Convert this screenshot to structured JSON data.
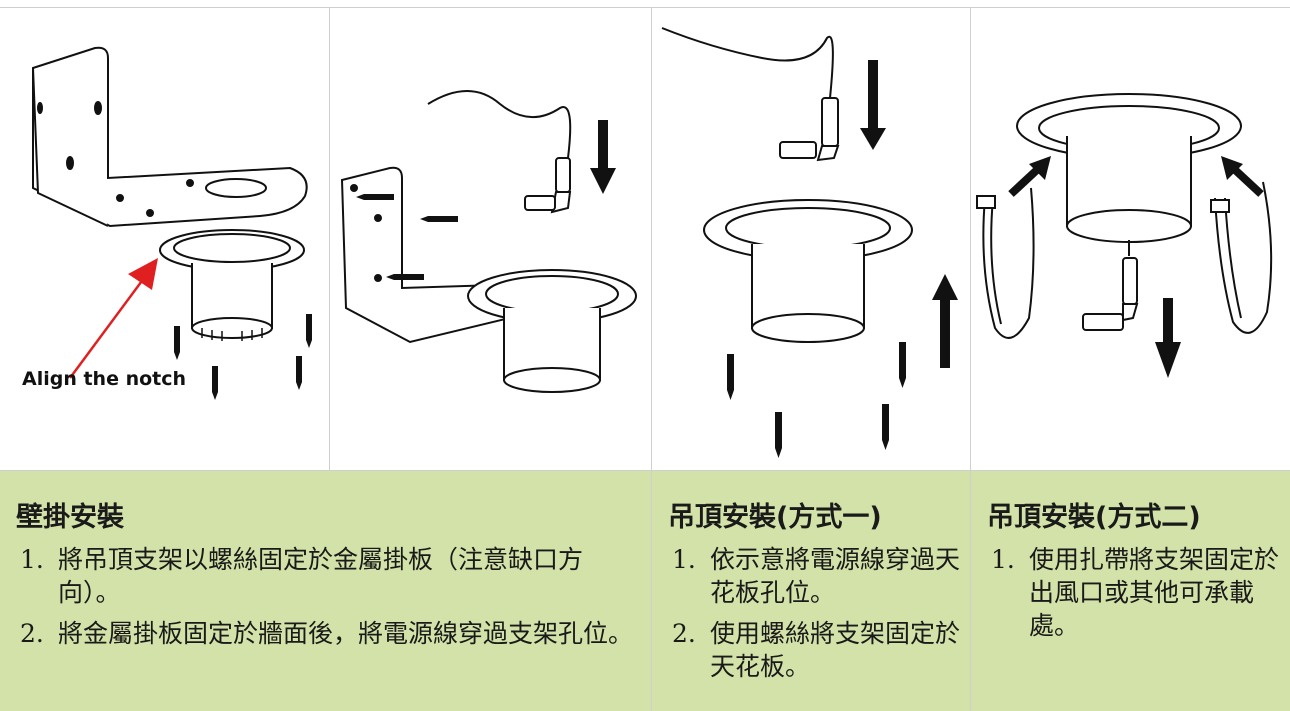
{
  "callout": {
    "text": "Align the notch"
  },
  "sections": [
    {
      "title": "壁掛安裝",
      "steps": [
        {
          "num": "1.",
          "text": "將吊頂支架以螺絲固定於金屬掛板（注意缺口方向）。"
        },
        {
          "num": "2.",
          "text": "將金屬掛板固定於牆面後，將電源線穿過支架孔位。"
        }
      ]
    },
    {
      "title": "吊頂安裝(方式一)",
      "steps": [
        {
          "num": "1.",
          "text": "依示意將電源線穿過天花板孔位。"
        },
        {
          "num": "2.",
          "text": "使用螺絲將支架固定於天花板。"
        }
      ]
    },
    {
      "title": "吊頂安裝(方式二)",
      "steps": [
        {
          "num": "1.",
          "text": "使用扎帶將支架固定於出風口或其他可承載處。"
        }
      ]
    }
  ],
  "colors": {
    "caption_bg": "#d2e2a8",
    "grid_line": "#cfcfcf",
    "accent_arrow": "#e02020",
    "ink": "#111111"
  },
  "icons": [
    "wall-bracket-icon",
    "ceiling-mount-icon",
    "screw-icon",
    "power-cable-icon",
    "down-arrow-icon",
    "up-arrow-icon",
    "cable-tie-icon",
    "notch-arrow-icon"
  ]
}
